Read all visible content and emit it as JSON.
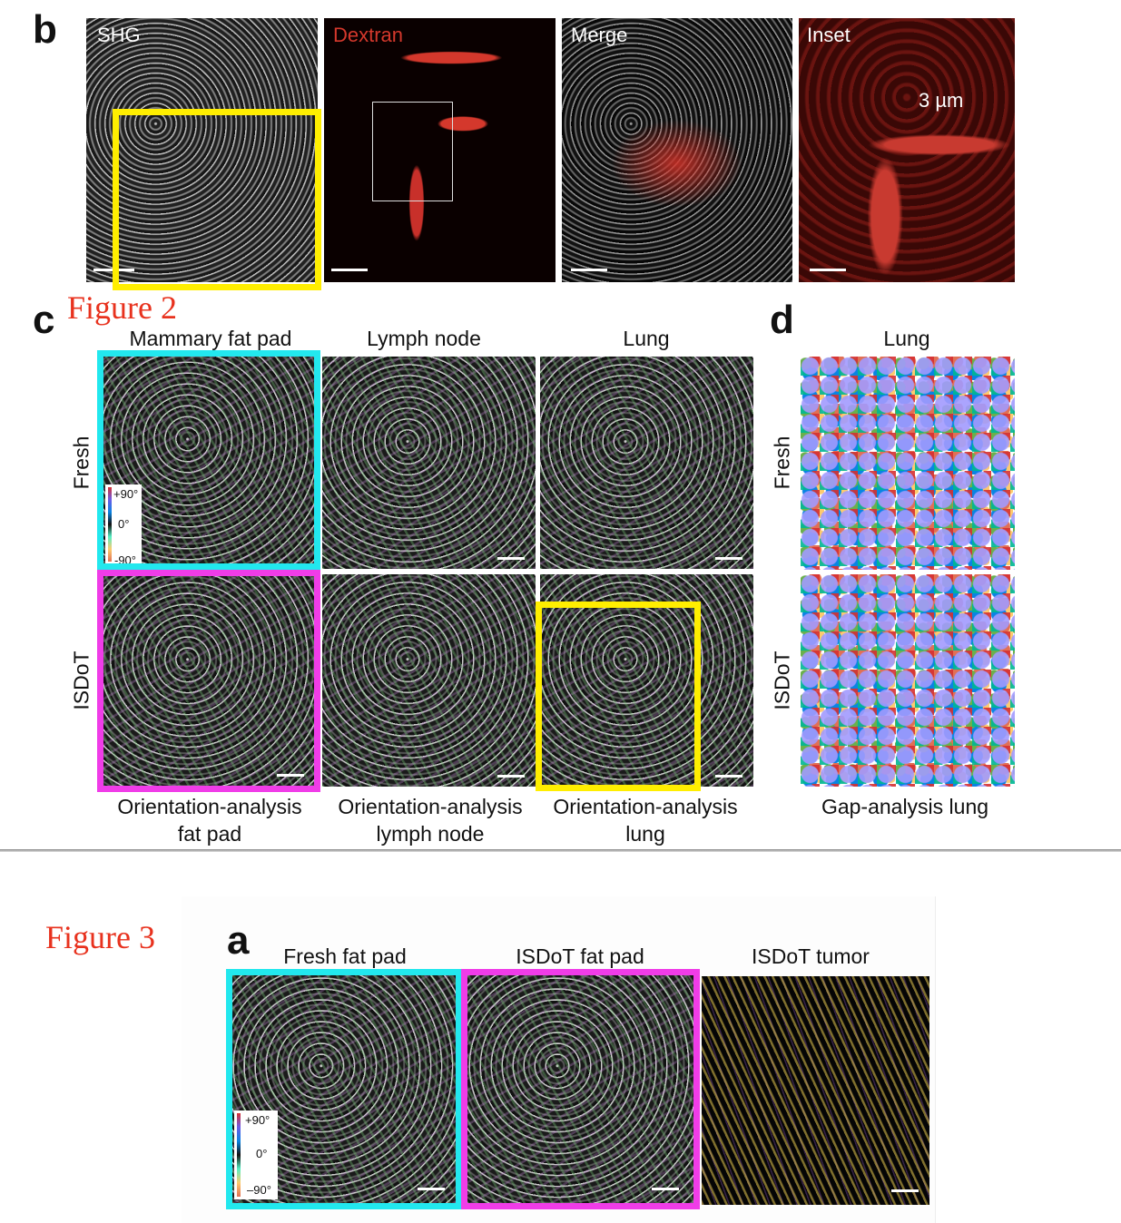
{
  "figure2": {
    "label": "Figure 2",
    "panel_b": {
      "letter": "b",
      "images": [
        {
          "label": "SHG",
          "color": "#ffffff"
        },
        {
          "label": "Dextran",
          "color": "#d4382c"
        },
        {
          "label": "Merge",
          "color": "#ffffff"
        },
        {
          "label": "Inset",
          "color": "#ffffff"
        }
      ],
      "inset_scale": "3 µm"
    },
    "panel_c": {
      "letter": "c",
      "columns": [
        "Mammary fat pad",
        "Lymph node",
        "Lung"
      ],
      "rows": [
        "Fresh",
        "ISDoT"
      ],
      "colorbar": {
        "top": "+90°",
        "mid": "0°",
        "bottom": "-90°"
      },
      "captions": [
        {
          "line1": "Orientation-analysis",
          "line2": "fat pad"
        },
        {
          "line1": "Orientation-analysis",
          "line2": "lymph node"
        },
        {
          "line1": "Orientation-analysis",
          "line2": "lung"
        }
      ]
    },
    "panel_d": {
      "letter": "d",
      "column": "Lung",
      "rows": [
        "Fresh",
        "ISDoT"
      ],
      "caption": "Gap-analysis lung"
    }
  },
  "figure3": {
    "label": "Figure 3",
    "panel_a": {
      "letter": "a",
      "columns": [
        "Fresh fat pad",
        "ISDoT fat pad",
        "ISDoT tumor"
      ],
      "colorbar": {
        "top": "+90°",
        "mid": "0°",
        "bottom": "–90°"
      }
    }
  },
  "highlight_colors": {
    "yellow": "#ffee00",
    "cyan": "#22e8ee",
    "magenta": "#f03ce8"
  }
}
